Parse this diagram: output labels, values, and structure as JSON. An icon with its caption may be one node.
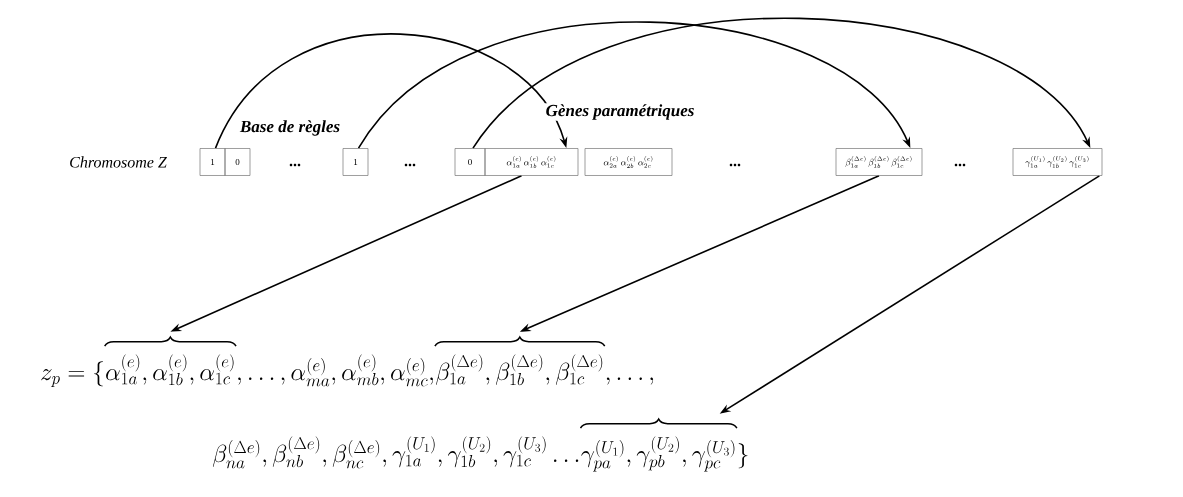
{
  "diagram": {
    "nodes": [
      {
        "text": [
          "1"
        ]
      },
      {
        "text": [
          "0"
        ]
      },
      {
        "text": [
          "1"
        ]
      },
      {
        "text": [
          "0"
        ]
      },
      {
        "text": [
          "\\alpha_{1a}^{(e)}",
          "\\alpha_{1b}^{(e)}",
          "\\alpha_{1c}^{(e)}"
        ]
      },
      {
        "text": [
          "\\alpha_{2a}^{(e)}",
          "\\alpha_{2b}^{(e)}",
          "\\alpha_{2c}^{(e)}"
        ]
      },
      {
        "text": [
          "\\beta_{1a}^{(\\Delta e)}",
          "\\beta_{1b}^{(\\Delta e)}",
          "\\beta_{1c}^{(\\Delta e)}"
        ]
      },
      {
        "text": [
          "\\gamma_{1a}^{(U_1)}",
          "\\gamma_{1b}^{(U_2)}",
          "\\gamma_{1c}^{(U_3)}"
        ]
      },
      {
        "text": [],
        "shape": "brace"
      },
      {
        "text": [],
        "shape": "brace"
      },
      {
        "text": [],
        "shape": "brace"
      }
    ],
    "edges": [
      {
        "from": 0,
        "to": 4,
        "arrow": "to"
      },
      {
        "from": 2,
        "to": 6,
        "arrow": "to"
      },
      {
        "from": 3,
        "to": 7,
        "arrow": "to"
      },
      {
        "from": 4,
        "to": 8,
        "arrow": "to"
      },
      {
        "from": 6,
        "to": 9,
        "arrow": "to"
      },
      {
        "from": 7,
        "to": 10,
        "arrow": "to"
      }
    ],
    "labels": [
      "Gènes paramétriques",
      "Base de règles",
      "Chromosome Z",
      "...",
      "...",
      "...",
      "...",
      "z_p = \\Big\\{",
      "\\alpha_{1a}^{(e)}, \\alpha_{1b}^{(e)}, \\alpha_{1c}^{(e)}",
      ", \\ldots, \\alpha_{ma}^{(e)}, \\alpha_{mb}^{(e)}, \\alpha_{mc}^{(e)},",
      "\\beta_{1a}^{(\\Delta e)}, \\beta_{1b}^{(\\Delta e)}, \\beta_{1c}^{(\\Delta e)}",
      ", \\ldots,",
      "\\beta_{na}^{(\\Delta e)}, \\beta_{nb}^{(\\Delta e)}, \\beta_{nc}^{(\\Delta e)}, \\gamma_{1a}^{(U_1)}, \\gamma_{1b}^{(U_2)}, \\gamma_{1c}^{(U_3)} \\ldots",
      "\\gamma_{pa}^{(U_1)}, \\gamma_{pb}^{(U_2)}, \\gamma_{pc}^{(U_3)}",
      "\\Big\\}"
    ]
  }
}
